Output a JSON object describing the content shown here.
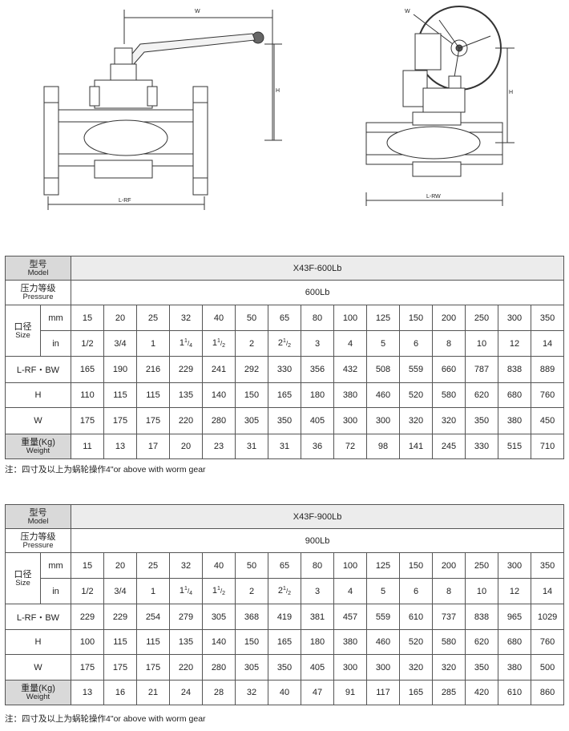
{
  "drawing": {
    "left_labels": {
      "w": "W",
      "h": "H",
      "l": "L-RF"
    },
    "right_labels": {
      "w": "W",
      "h": "H",
      "l": "L-RW"
    }
  },
  "tables": [
    {
      "model_zh": "型号",
      "model_en": "Model",
      "model_value": "X43F-600Lb",
      "pressure_zh": "压力等级",
      "pressure_en": "Pressure",
      "pressure_value": "600Lb",
      "size_zh": "口径",
      "size_en": "Size",
      "unit_mm": "mm",
      "unit_in": "in",
      "mm": [
        "15",
        "20",
        "25",
        "32",
        "40",
        "50",
        "65",
        "80",
        "100",
        "125",
        "150",
        "200",
        "250",
        "300",
        "350"
      ],
      "in": [
        {
          "w": "1/2"
        },
        {
          "w": "3/4"
        },
        {
          "w": "1"
        },
        {
          "w": "1",
          "n": "1",
          "d": "4"
        },
        {
          "w": "1",
          "n": "1",
          "d": "2"
        },
        {
          "w": "2"
        },
        {
          "w": "2",
          "n": "1",
          "d": "2"
        },
        {
          "w": "3"
        },
        {
          "w": "4"
        },
        {
          "w": "5"
        },
        {
          "w": "6"
        },
        {
          "w": "8"
        },
        {
          "w": "10"
        },
        {
          "w": "12"
        },
        {
          "w": "14"
        }
      ],
      "rows": [
        {
          "label_zh": "L-RF・BW",
          "values": [
            "165",
            "190",
            "216",
            "229",
            "241",
            "292",
            "330",
            "356",
            "432",
            "508",
            "559",
            "660",
            "787",
            "838",
            "889"
          ]
        },
        {
          "label_zh": "H",
          "values": [
            "110",
            "115",
            "115",
            "135",
            "140",
            "150",
            "165",
            "180",
            "380",
            "460",
            "520",
            "580",
            "620",
            "680",
            "760"
          ]
        },
        {
          "label_zh": "W",
          "values": [
            "175",
            "175",
            "175",
            "220",
            "280",
            "305",
            "350",
            "405",
            "300",
            "300",
            "320",
            "320",
            "350",
            "380",
            "450"
          ]
        },
        {
          "label_zh": "重量(Kg)",
          "label_en": "Weight",
          "values": [
            "11",
            "13",
            "17",
            "20",
            "23",
            "31",
            "31",
            "36",
            "72",
            "98",
            "141",
            "245",
            "330",
            "515",
            "710"
          ]
        }
      ],
      "note": "注：四寸及以上为蜗轮操作4\"or above with worm gear"
    },
    {
      "model_zh": "型号",
      "model_en": "Model",
      "model_value": "X43F-900Lb",
      "pressure_zh": "压力等级",
      "pressure_en": "Pressure",
      "pressure_value": "900Lb",
      "size_zh": "口径",
      "size_en": "Size",
      "unit_mm": "mm",
      "unit_in": "in",
      "mm": [
        "15",
        "20",
        "25",
        "32",
        "40",
        "50",
        "65",
        "80",
        "100",
        "125",
        "150",
        "200",
        "250",
        "300",
        "350"
      ],
      "in": [
        {
          "w": "1/2"
        },
        {
          "w": "3/4"
        },
        {
          "w": "1"
        },
        {
          "w": "1",
          "n": "1",
          "d": "4"
        },
        {
          "w": "1",
          "n": "1",
          "d": "2"
        },
        {
          "w": "2"
        },
        {
          "w": "2",
          "n": "1",
          "d": "2"
        },
        {
          "w": "3"
        },
        {
          "w": "4"
        },
        {
          "w": "5"
        },
        {
          "w": "6"
        },
        {
          "w": "8"
        },
        {
          "w": "10"
        },
        {
          "w": "12"
        },
        {
          "w": "14"
        }
      ],
      "rows": [
        {
          "label_zh": "L-RF・BW",
          "values": [
            "229",
            "229",
            "254",
            "279",
            "305",
            "368",
            "419",
            "381",
            "457",
            "559",
            "610",
            "737",
            "838",
            "965",
            "1029"
          ]
        },
        {
          "label_zh": "H",
          "values": [
            "100",
            "115",
            "115",
            "135",
            "140",
            "150",
            "165",
            "180",
            "380",
            "460",
            "520",
            "580",
            "620",
            "680",
            "760"
          ]
        },
        {
          "label_zh": "W",
          "values": [
            "175",
            "175",
            "175",
            "220",
            "280",
            "305",
            "350",
            "405",
            "300",
            "300",
            "320",
            "320",
            "350",
            "380",
            "500"
          ]
        },
        {
          "label_zh": "重量(Kg)",
          "label_en": "Weight",
          "values": [
            "13",
            "16",
            "21",
            "24",
            "28",
            "32",
            "40",
            "47",
            "91",
            "117",
            "165",
            "285",
            "420",
            "610",
            "860"
          ]
        }
      ],
      "note": "注：四寸及以上为蜗轮操作4\"or above with worm gear"
    }
  ]
}
